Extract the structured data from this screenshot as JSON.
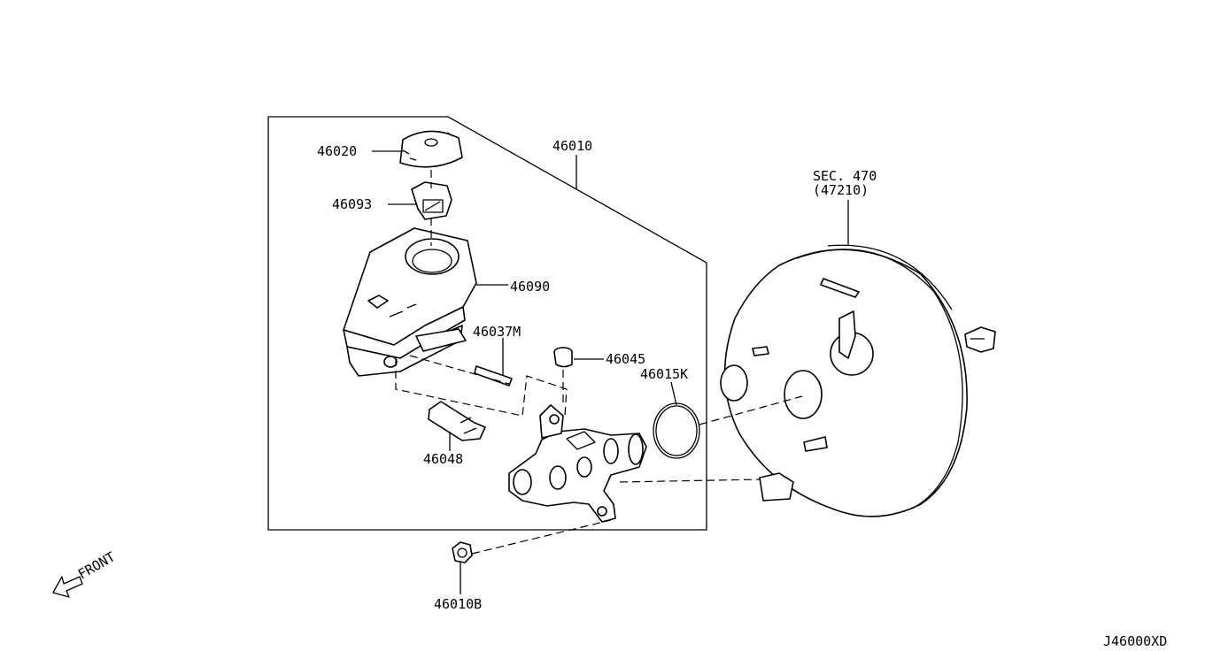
{
  "diagram": {
    "parts": {
      "p46020": "46020",
      "p46093": "46093",
      "p46010": "46010",
      "p46090": "46090",
      "p46037M": "46037M",
      "p46045": "46045",
      "p46015K": "46015K",
      "p46048": "46048",
      "p46010B": "46010B"
    },
    "sec_label": "SEC. 470",
    "sec_sub": "(47210)",
    "front_label": "FRONT",
    "drawing_code": "J46000XD"
  }
}
